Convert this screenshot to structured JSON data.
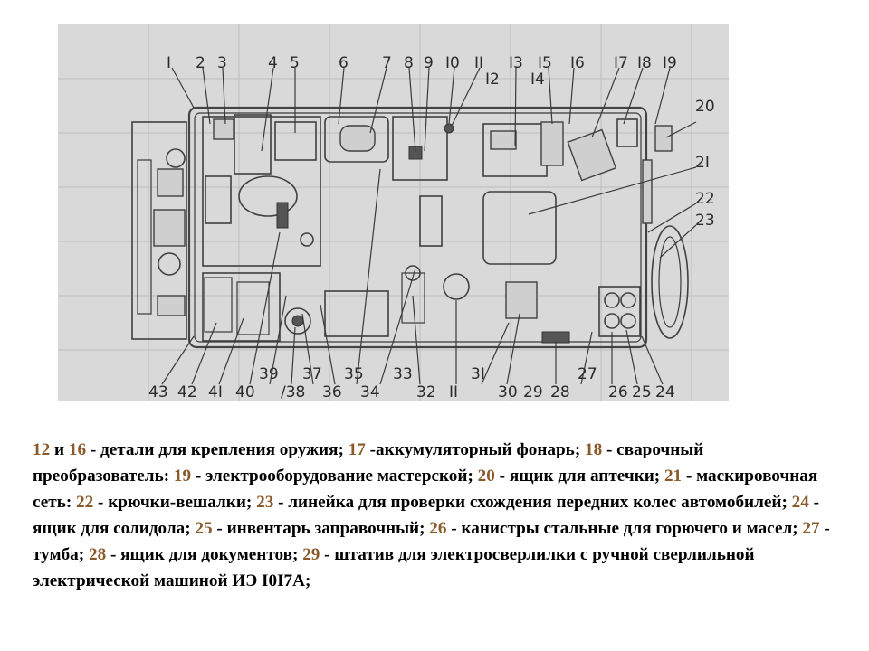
{
  "diagram": {
    "top_labels": [
      "I",
      "2",
      "3",
      "4",
      "5",
      "6",
      "7",
      "8",
      "9",
      "I0",
      "II",
      "I3",
      "I5",
      "I6",
      "I7",
      "I8",
      "I9"
    ],
    "right_labels": [
      "I4",
      "I2",
      "20",
      "2I",
      "22",
      "23"
    ],
    "bottom_labels": [
      "43",
      "42",
      "4I",
      "40",
      "39",
      "/38",
      "37",
      "36",
      "35",
      "34",
      "33",
      "32",
      "II",
      "3I",
      "30",
      "29",
      "28",
      "27",
      "26",
      "25",
      "24"
    ]
  },
  "caption": {
    "parts": [
      {
        "num": "12",
        "text": " и "
      },
      {
        "num": "16",
        "text": " - детали для крепления оружия; "
      },
      {
        "num": "17",
        "text": " -аккумуляторный фонарь; "
      },
      {
        "num": "18",
        "text": " - сварочный преобразователь: "
      },
      {
        "num": "19",
        "text": " - электрооборудование мастерской; "
      },
      {
        "num": "20",
        "text": " - ящик для аптечки; "
      },
      {
        "num": "21",
        "text": " - маскировочная сеть: "
      },
      {
        "num": "22",
        "text": " - крючки-вешалки; "
      },
      {
        "num": "23",
        "text": " - линейка для проверки схождения передних колес автомобилей; "
      },
      {
        "num": "24",
        "text": " - ящик для солидола; "
      },
      {
        "num": "25",
        "text": " - инвентарь заправочный; "
      },
      {
        "num": "26",
        "text": " - канистры стальные для горючего и масел; "
      },
      {
        "num": "27",
        "text": " - тумба; "
      },
      {
        "num": "28",
        "text": " - ящик для документов; "
      },
      {
        "num": "29",
        "text": " - штатив для электросверлилки с ручной сверлильной электрической машиной ИЭ I0I7А;"
      }
    ]
  }
}
